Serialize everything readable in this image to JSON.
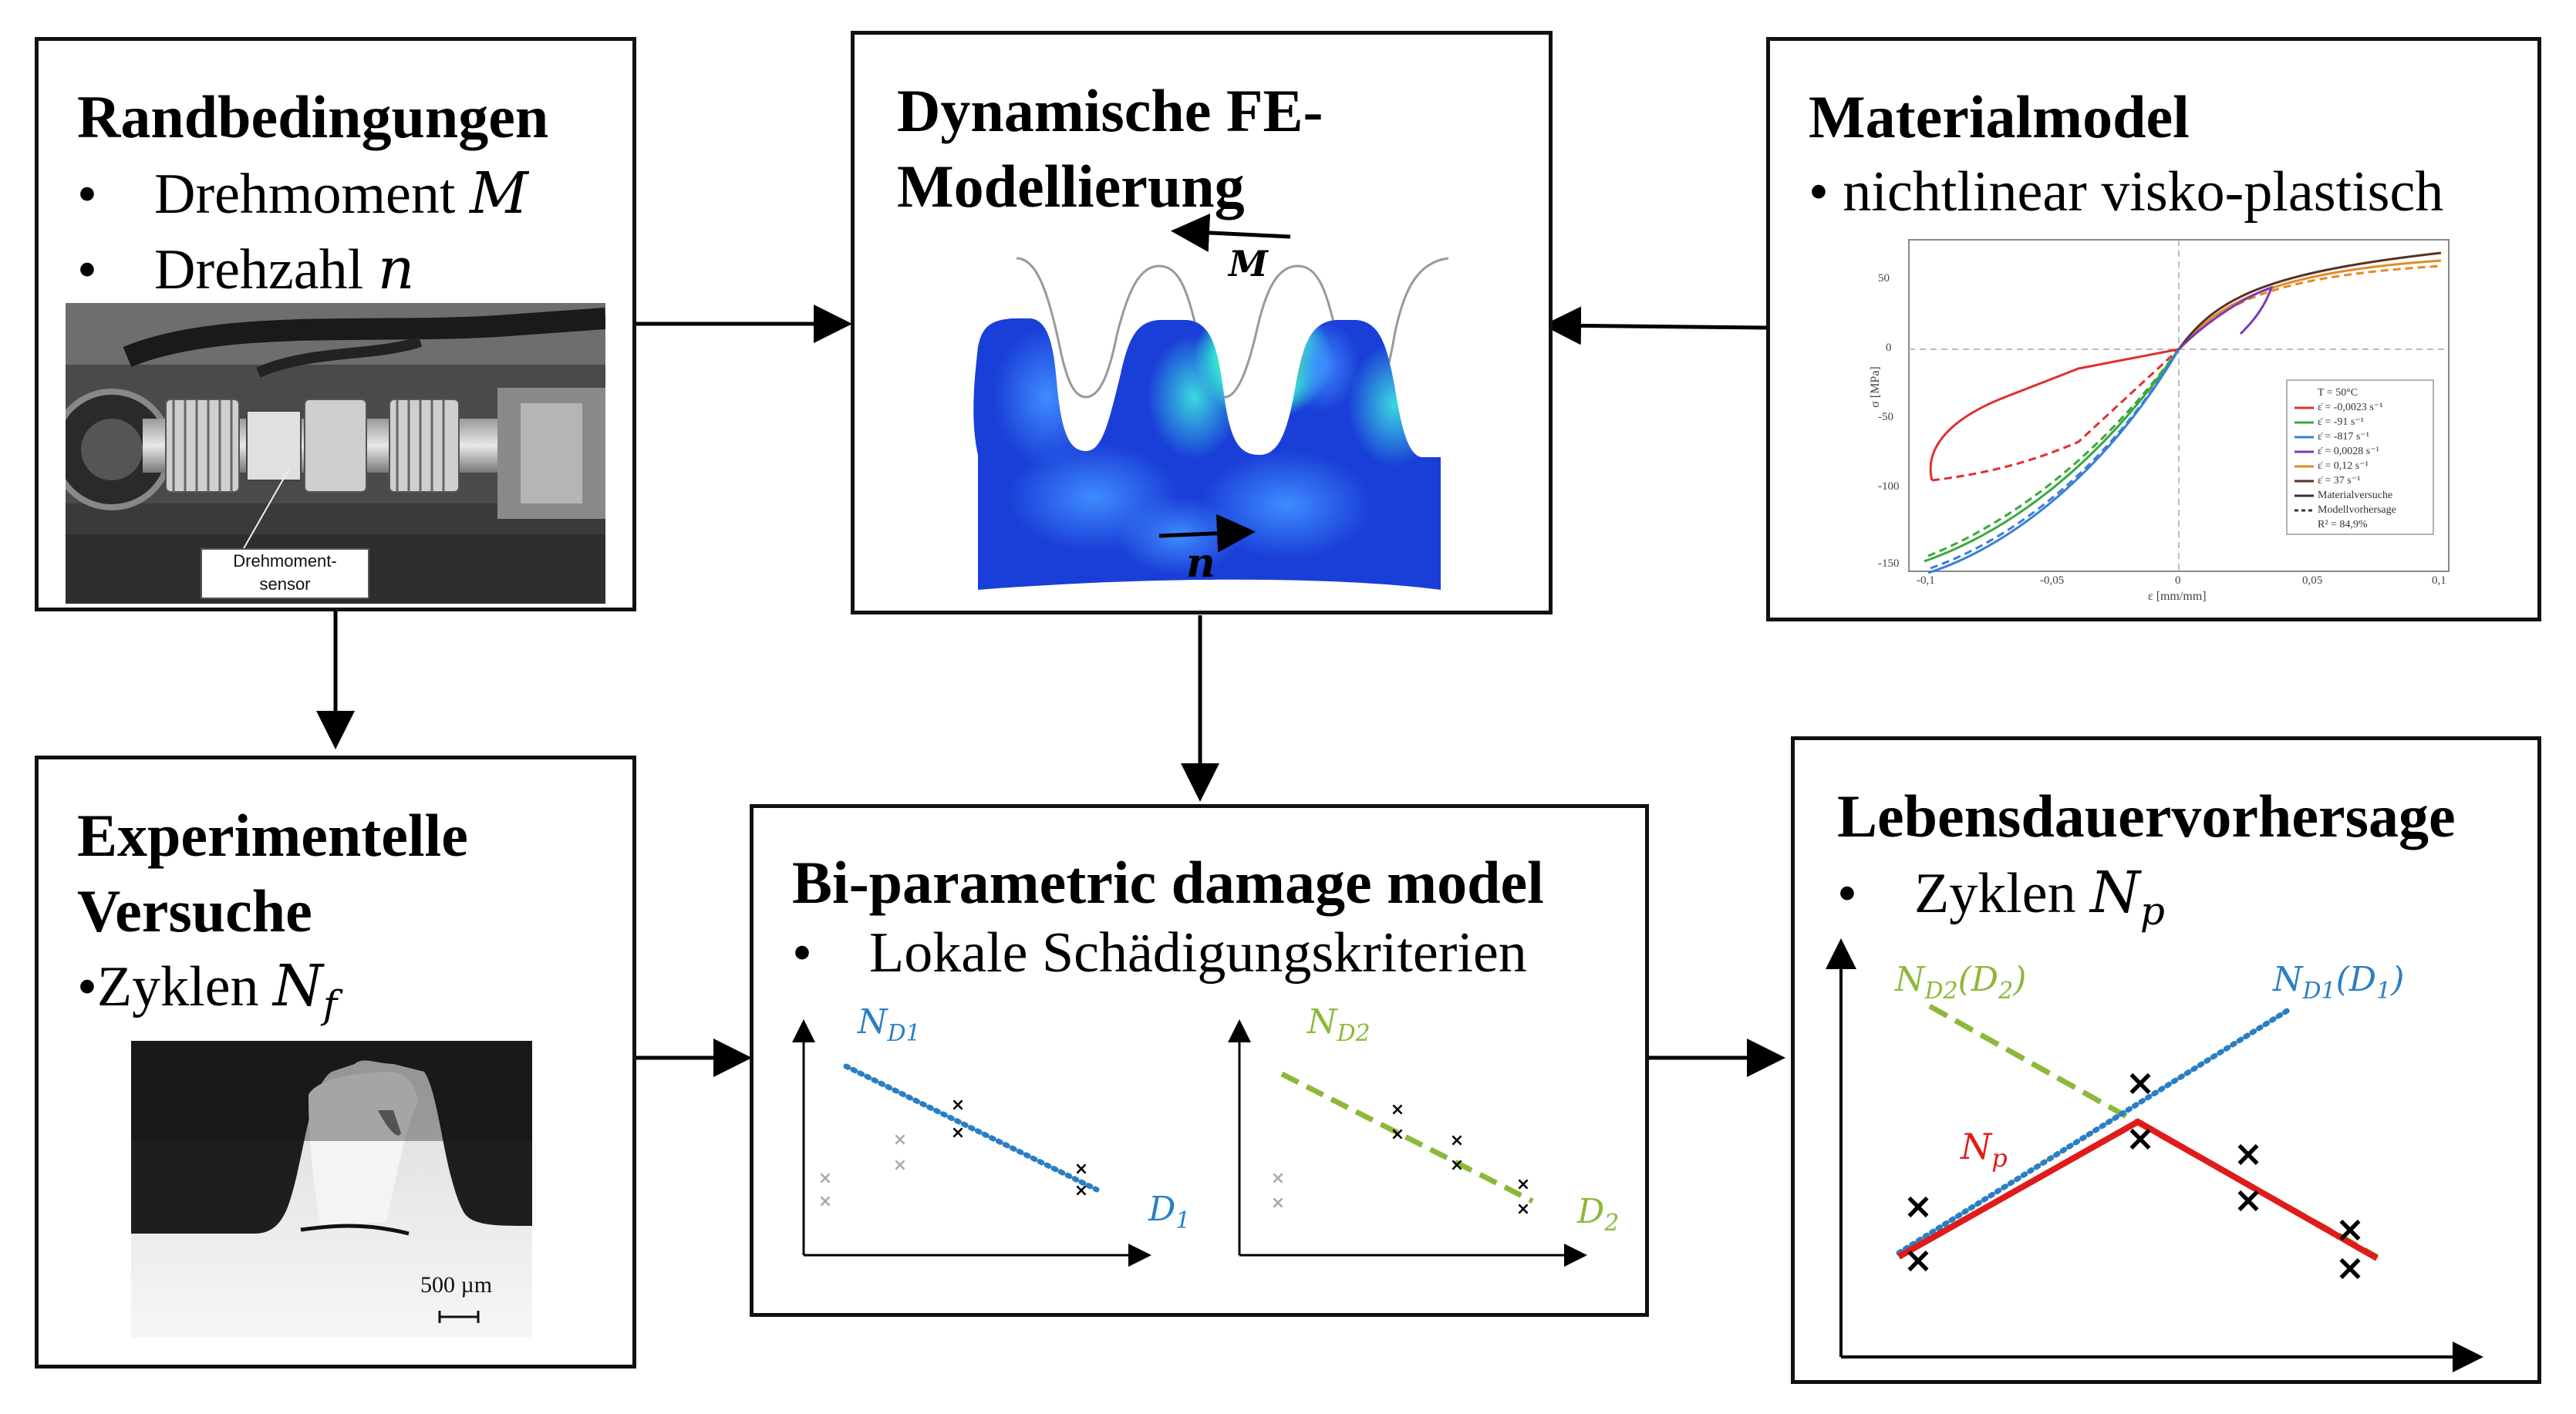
{
  "boxes": {
    "boundary": {
      "title": "Randbedingungen",
      "bullets": [
        {
          "text": "Drehmoment ",
          "sym": "M"
        },
        {
          "text": "Drehzahl ",
          "sym": "n"
        }
      ],
      "sensor_label": "Drehmoment-\nsensor"
    },
    "fe": {
      "title": "Dynamische FE-\nModellierung",
      "torque_label": "M",
      "speed_label": "n"
    },
    "material": {
      "title": "Materialmodel",
      "bullet": "• nichtlinear visko-plastisch",
      "plot": {
        "ylabel": "σ [MPa]",
        "xlabel": "ε [mm/mm]",
        "yticks": [
          "50",
          "0",
          "-50",
          "-100",
          "-150"
        ],
        "xticks": [
          "-0,1",
          "-0,05",
          "0",
          "0,05",
          "0,1"
        ],
        "legend": [
          "T = 50°C",
          "ε̇ = -0,0023 s⁻¹",
          "ε̇ = -91 s⁻¹",
          "ε̇ = -817 s⁻¹",
          "ε̇ = 0,0028 s⁻¹",
          "ε̇ = 0,12 s⁻¹",
          "ε̇ = 37 s⁻¹",
          "Materialversuche",
          "Modellvorhersage",
          "R² = 84,9%"
        ]
      }
    },
    "experiment": {
      "title": "Experimentelle\nVersuche",
      "bullet": "•Zyklen ",
      "sym": "N",
      "sub": "f",
      "scale_label": "500 µm"
    },
    "damage": {
      "title": "Bi-parametric damage model",
      "bullet": "Lokale Schädigungskriterien",
      "plot1": {
        "curve_label": "N",
        "curve_sub": "D1",
        "x_label": "D",
        "x_sub": "1"
      },
      "plot2": {
        "curve_label": "N",
        "curve_sub": "D2",
        "x_label": "D",
        "x_sub": "2"
      }
    },
    "life": {
      "title": "Lebensdauervorhersage",
      "bullet": "Zyklen ",
      "sym": "N",
      "sub": "p",
      "label_nd2": "N",
      "label_nd2_sub": "D2",
      "label_nd2_arg": "(D",
      "label_nd2_arg_sub": "2",
      "label_nd1": "N",
      "label_nd1_sub": "D1",
      "label_nd1_arg": "(D",
      "label_nd1_arg_sub": "1",
      "label_np": "N",
      "label_np_sub": "p"
    }
  },
  "colors": {
    "blue_dotted": "#2a7fc4",
    "green_dashed": "#8db83a",
    "red_line": "#e01b1b",
    "fe_blue": "#1a3fd8"
  }
}
